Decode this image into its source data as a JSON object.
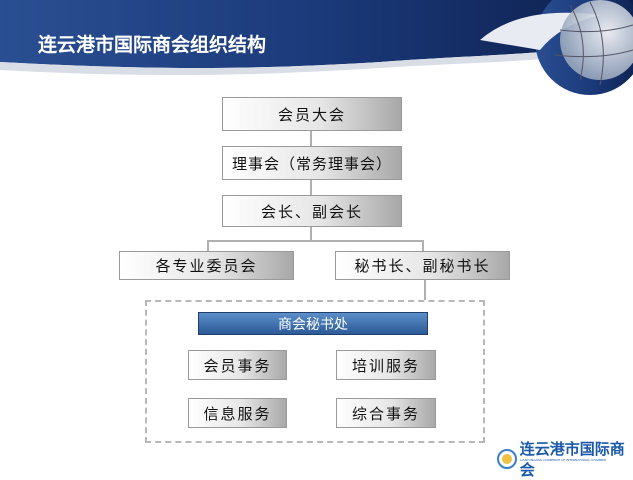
{
  "title": "连云港市国际商会组织结构",
  "nodes": {
    "members_assembly": "会员大会",
    "council": "理事会（常务理事会）",
    "president": "会长、副会长",
    "committees": "各专业委员会",
    "secretary_general": "秘书长、副秘书长",
    "secretariat": "商会秘书处",
    "member_affairs": "会员事务",
    "training": "培训服务",
    "information": "信息服务",
    "general_affairs": "综合事务"
  },
  "logo": {
    "name": "连云港市国际商会",
    "subtitle": "LIANYUNGANG CONMERCE OF INTERNATIONAL CHAMBER"
  },
  "colors": {
    "header": "#1d3b78",
    "accent": "#3a6fb0"
  }
}
